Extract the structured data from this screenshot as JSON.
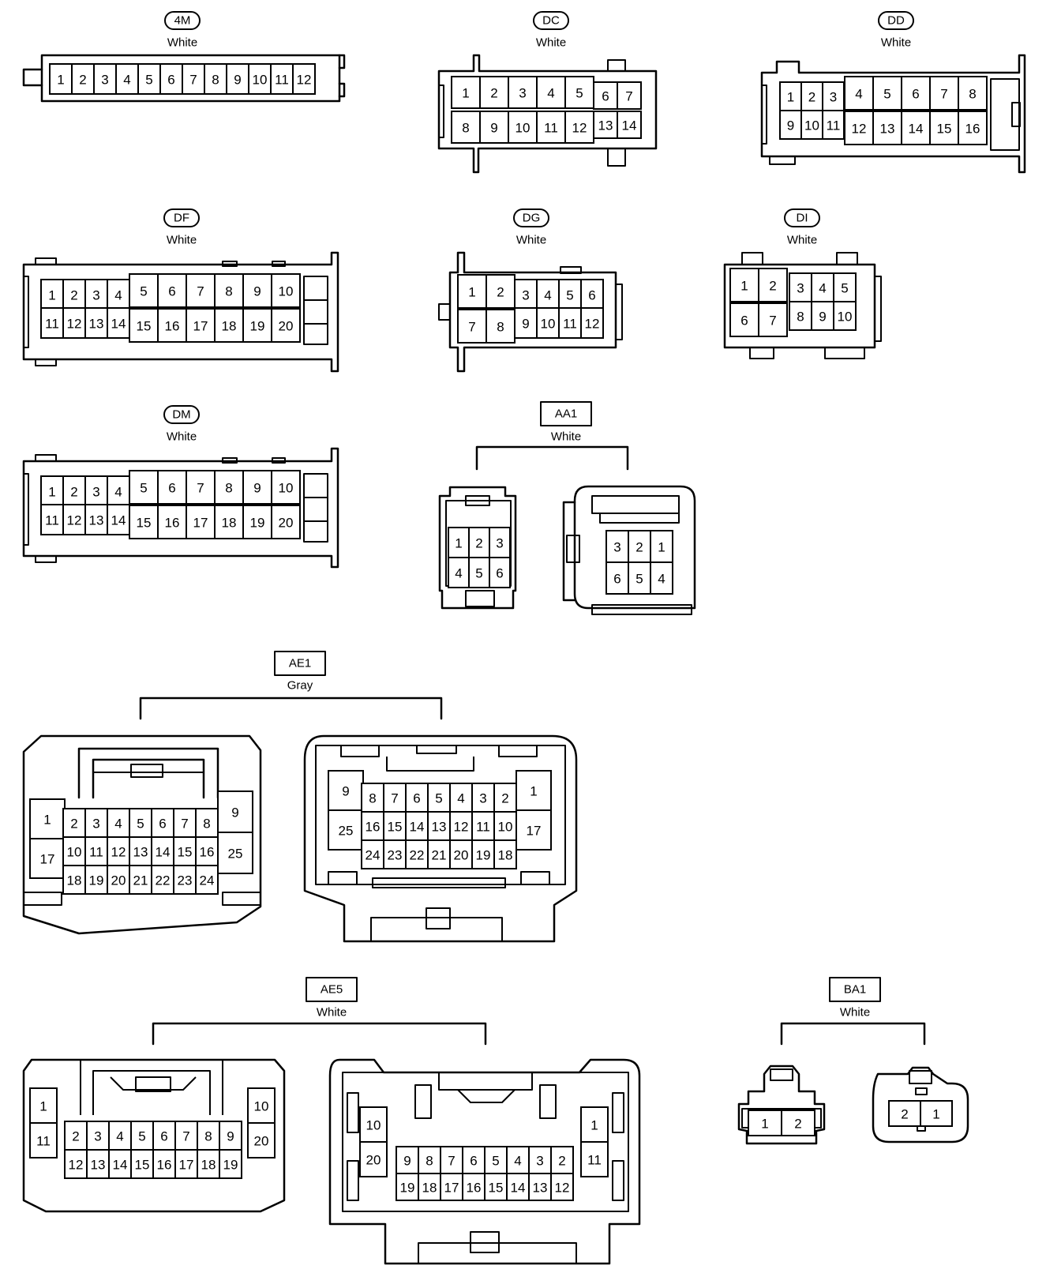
{
  "connectors": {
    "c4M": {
      "label": "4M",
      "color": "White",
      "pins": [
        "1",
        "2",
        "3",
        "4",
        "5",
        "6",
        "7",
        "8",
        "9",
        "10",
        "11",
        "12"
      ]
    },
    "DC": {
      "label": "DC",
      "color": "White",
      "pins": [
        "1",
        "2",
        "3",
        "4",
        "5",
        "6",
        "7",
        "8",
        "9",
        "10",
        "11",
        "12",
        "13",
        "14"
      ]
    },
    "DD": {
      "label": "DD",
      "color": "White",
      "pins": [
        "1",
        "2",
        "3",
        "4",
        "5",
        "6",
        "7",
        "8",
        "9",
        "10",
        "11",
        "12",
        "13",
        "14",
        "15",
        "16"
      ]
    },
    "DF": {
      "label": "DF",
      "color": "White",
      "pins": [
        "1",
        "2",
        "3",
        "4",
        "5",
        "6",
        "7",
        "8",
        "9",
        "10",
        "11",
        "12",
        "13",
        "14",
        "15",
        "16",
        "17",
        "18",
        "19",
        "20"
      ]
    },
    "DG": {
      "label": "DG",
      "color": "White",
      "pins": [
        "1",
        "2",
        "3",
        "4",
        "5",
        "6",
        "7",
        "8",
        "9",
        "10",
        "11",
        "12"
      ]
    },
    "DI": {
      "label": "DI",
      "color": "White",
      "pins": [
        "1",
        "2",
        "3",
        "4",
        "5",
        "6",
        "7",
        "8",
        "9",
        "10"
      ]
    },
    "DM": {
      "label": "DM",
      "color": "White",
      "pins": [
        "1",
        "2",
        "3",
        "4",
        "5",
        "6",
        "7",
        "8",
        "9",
        "10",
        "11",
        "12",
        "13",
        "14",
        "15",
        "16",
        "17",
        "18",
        "19",
        "20"
      ]
    },
    "AA1": {
      "label": "AA1",
      "color": "White",
      "pins": [
        "1",
        "2",
        "3",
        "4",
        "5",
        "6"
      ]
    },
    "AE1": {
      "label": "AE1",
      "color": "Gray",
      "pins": [
        "1",
        "2",
        "3",
        "4",
        "5",
        "6",
        "7",
        "8",
        "9",
        "10",
        "11",
        "12",
        "13",
        "14",
        "15",
        "16",
        "17",
        "18",
        "19",
        "20",
        "21",
        "22",
        "23",
        "24",
        "25"
      ]
    },
    "AE5": {
      "label": "AE5",
      "color": "White",
      "pins": [
        "1",
        "2",
        "3",
        "4",
        "5",
        "6",
        "7",
        "8",
        "9",
        "10",
        "11",
        "12",
        "13",
        "14",
        "15",
        "16",
        "17",
        "18",
        "19",
        "20"
      ]
    },
    "BA1": {
      "label": "BA1",
      "color": "White",
      "pins": [
        "1",
        "2"
      ]
    }
  }
}
